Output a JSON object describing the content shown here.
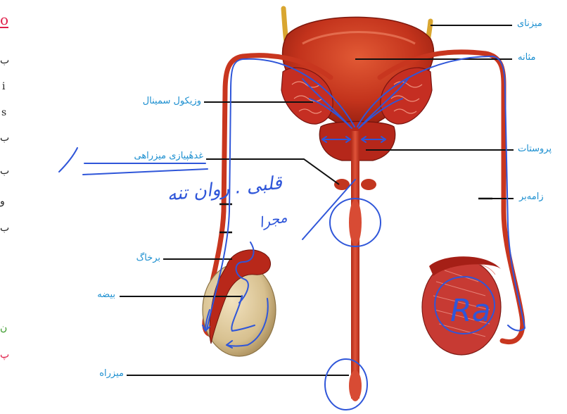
{
  "labels": {
    "mizenay": "میزنای",
    "masaneh": "مثانه",
    "vezikul": "وزیکول سمینال",
    "prostat": "پروستات",
    "ghodeh": "غدهٔپیازی میزراهی",
    "zamehbar": "زامه‌بر",
    "barkhag": "برخاگ",
    "beyzeh": "بیضه",
    "mizrah": "میزراه"
  },
  "edge_fragments": {
    "top_icon": "o",
    "f1": "ب",
    "f2": "i",
    "f3": "s",
    "f4": "ب",
    "f5": "ب",
    "f6": "و",
    "f7": "ب",
    "f8": "ن",
    "f9": "پ"
  },
  "handwriting": {
    "note_line": "قلبی . روان تنه",
    "note_majra": "مجرا",
    "note_ra": "Ra"
  },
  "colors": {
    "label_blue": "#1c8fd0",
    "ink_blue": "#2f56d9",
    "tissue_red": "#c9361f",
    "testis_tan": "#d8c394",
    "accent_red": "#e0204a",
    "fragment_green": "#3a9a2a"
  }
}
